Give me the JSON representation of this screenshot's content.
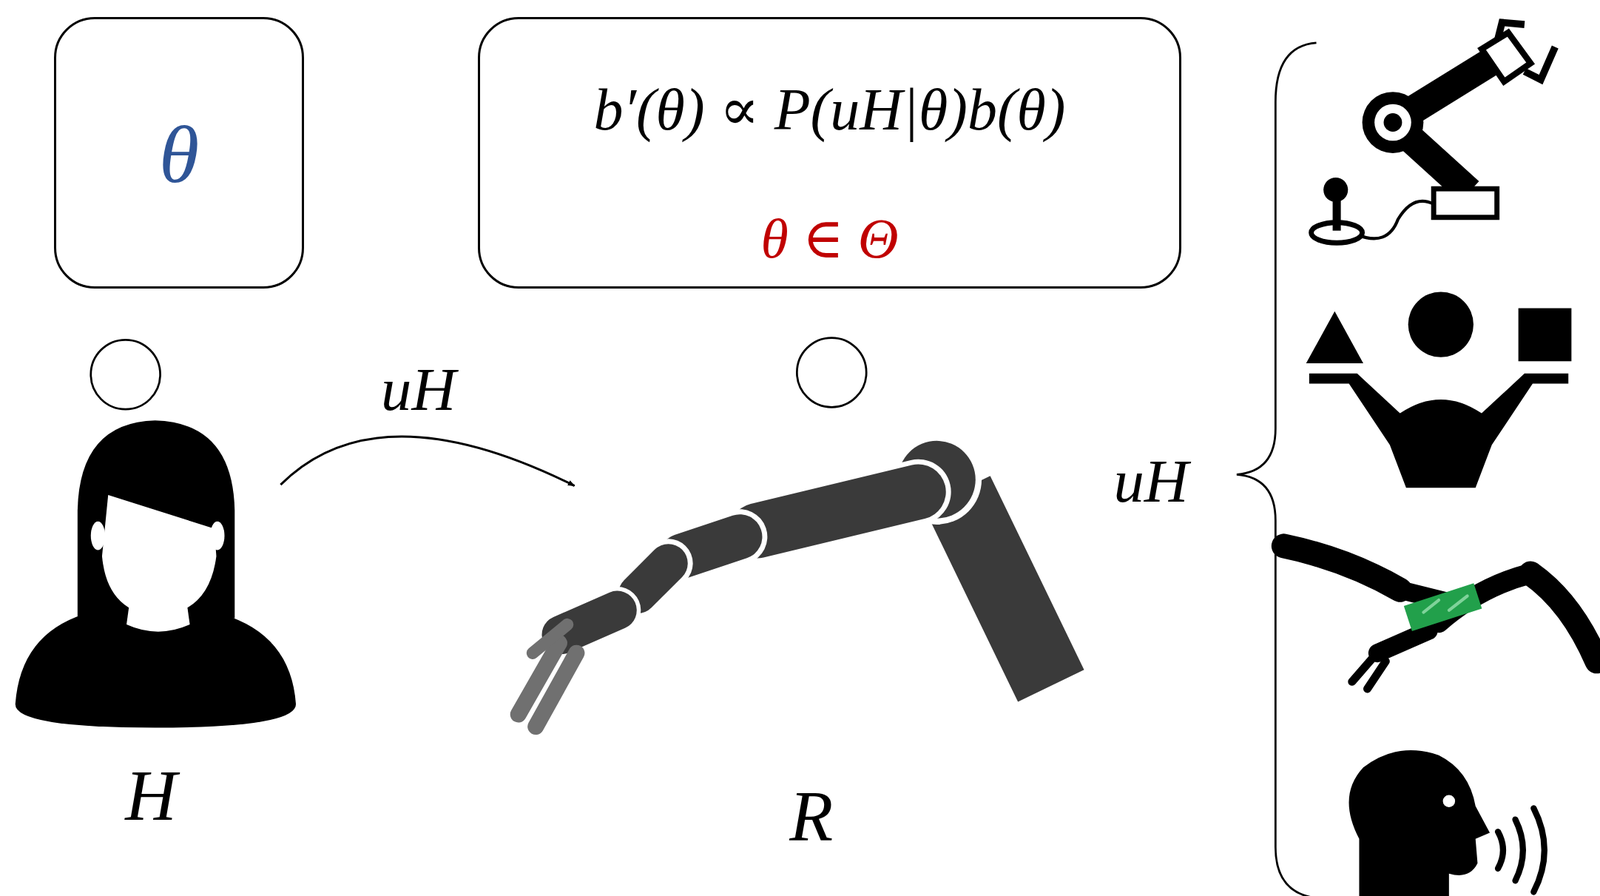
{
  "diagram": {
    "nodes": [
      {
        "text": [
          "θ"
        ]
      },
      {
        "text": [
          "b′(θ) ∝ P(uH|θ)b(θ)",
          "θ ∈ Θ"
        ]
      }
    ],
    "labels": [
      "uH",
      "H",
      "R",
      "uH"
    ]
  }
}
